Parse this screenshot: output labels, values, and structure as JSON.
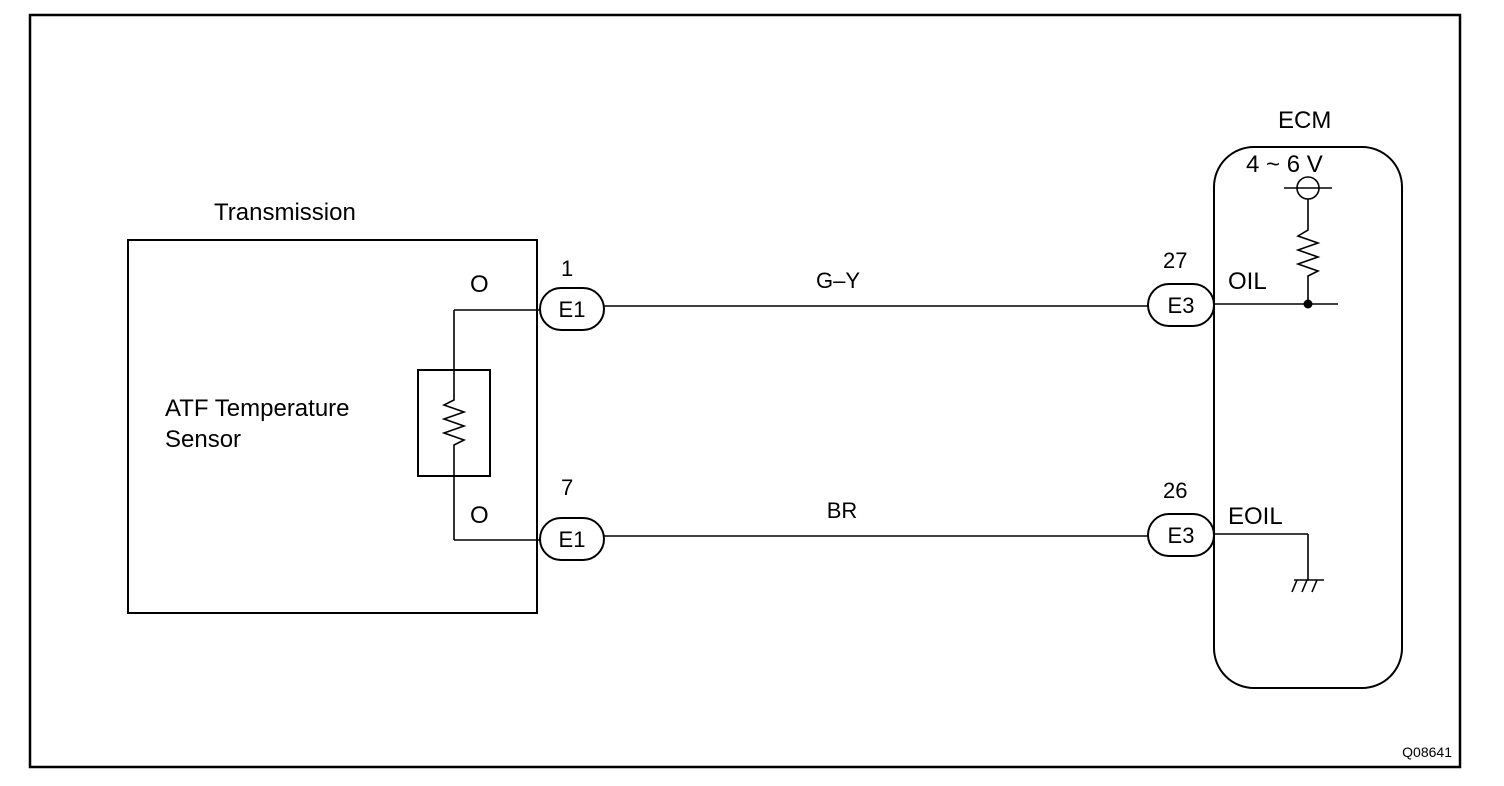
{
  "components": {
    "transmission": "Transmission",
    "sensor_line1": "ATF Temperature",
    "sensor_line2": "Sensor",
    "ecm": "ECM",
    "voltage": "4 ~ 6 V"
  },
  "wires": [
    {
      "color": "G–Y",
      "pin_left": "1",
      "connector_left": "E1",
      "term_left": "O",
      "pin_right": "27",
      "connector_right": "E3",
      "signal": "OIL"
    },
    {
      "color": "BR",
      "pin_left": "7",
      "connector_left": "E1",
      "term_left": "O",
      "pin_right": "26",
      "connector_right": "E3",
      "signal": "EOIL"
    }
  ],
  "figure_code": "Q08641",
  "colors": {
    "line": "#000000",
    "background": "#ffffff"
  }
}
